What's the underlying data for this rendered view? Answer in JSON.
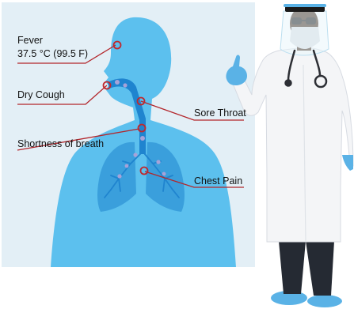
{
  "colors": {
    "panel_bg": "#e3eff6",
    "body_fill": "#5cc0ee",
    "lung_fill": "#3a9fdc",
    "airway_fill": "#1f84cf",
    "marker_stroke": "#c0282d",
    "leader_line": "#b3262b",
    "doctor_skin": "#3b2416",
    "coat": "#f4f5f7",
    "pants": "#252a33",
    "shoes_gloves": "#5ab2e6"
  },
  "labels": {
    "fever_title": "Fever",
    "fever_temp": "37.5 °C (99.5 F)",
    "dry_cough": "Dry Cough",
    "sore_throat": "Sore Throat",
    "shortness_of_breath": "Shortness of breath",
    "chest_pain": "Chest Pain"
  },
  "icons": [
    "doctor-figure",
    "face-shield-icon",
    "stethoscope-icon",
    "face-mask-icon",
    "glasses-icon",
    "head-marker",
    "mouth-marker",
    "throat-marker",
    "bronchi-marker",
    "chest-marker",
    "virus-particle-icon"
  ]
}
